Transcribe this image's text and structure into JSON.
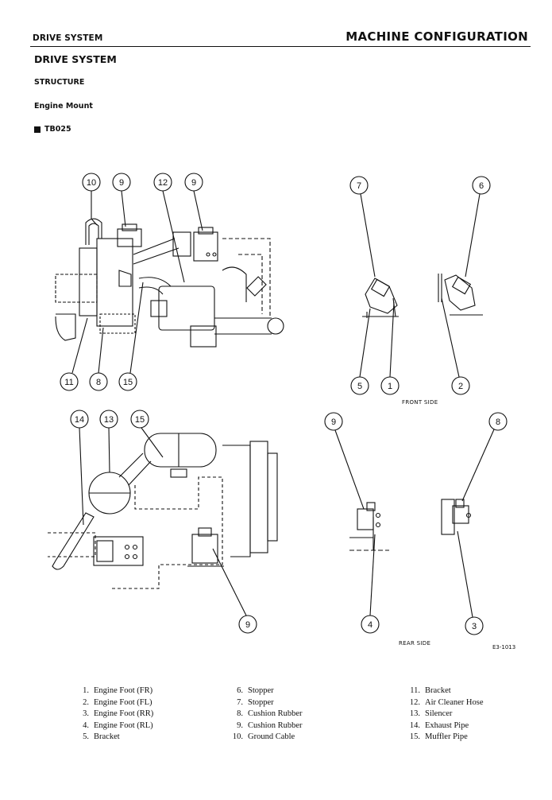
{
  "header": {
    "section": "DRIVE SYSTEM",
    "chapter": "MACHINE CONFIGURATION"
  },
  "page": {
    "title": "DRIVE SYSTEM",
    "subheading": "STRUCTURE",
    "topic": "Engine Mount",
    "model": "TB025",
    "model_marker_icon": "square-bullet-icon"
  },
  "figure": {
    "front_caption": "FRONT SIDE",
    "rear_caption": "REAR SIDE",
    "figure_number": "E3-1013",
    "callouts": {
      "top_left": [
        "10",
        "9",
        "12",
        "9"
      ],
      "bottom_top_left": [
        "11",
        "8",
        "15"
      ],
      "front_top": [
        "7",
        "6"
      ],
      "front_bottom": [
        "5",
        "1",
        "2"
      ],
      "side_top": [
        "14",
        "13",
        "15"
      ],
      "side_bottom": [
        "9"
      ],
      "rear_top": [
        "9",
        "8"
      ],
      "rear_bottom": [
        "4",
        "3"
      ]
    }
  },
  "legend": {
    "columns": [
      [
        {
          "num": "1.",
          "label": "Engine Foot (FR)"
        },
        {
          "num": "2.",
          "label": "Engine Foot (FL)"
        },
        {
          "num": "3.",
          "label": "Engine Foot (RR)"
        },
        {
          "num": "4.",
          "label": "Engine Foot (RL)"
        },
        {
          "num": "5.",
          "label": "Bracket"
        }
      ],
      [
        {
          "num": "6.",
          "label": "Stopper"
        },
        {
          "num": "7.",
          "label": "Stopper"
        },
        {
          "num": "8.",
          "label": "Cushion Rubber"
        },
        {
          "num": "9.",
          "label": "Cushion Rubber"
        },
        {
          "num": "10.",
          "label": "Ground Cable"
        }
      ],
      [
        {
          "num": "11.",
          "label": "Bracket"
        },
        {
          "num": "12.",
          "label": "Air Cleaner Hose"
        },
        {
          "num": "13.",
          "label": "Silencer"
        },
        {
          "num": "14.",
          "label": "Exhaust Pipe"
        },
        {
          "num": "15.",
          "label": "Muffler Pipe"
        }
      ]
    ]
  }
}
